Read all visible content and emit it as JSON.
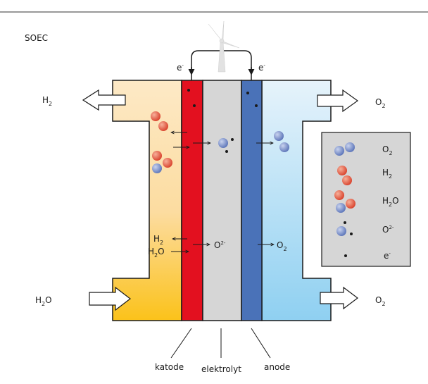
{
  "title": "SOEC",
  "electron": {
    "base": "e",
    "sup": "-"
  },
  "left_top": {
    "base": "H",
    "sub": "2"
  },
  "left_bottom": {
    "base": "H",
    "sub": "2",
    "rest": "O"
  },
  "right_top": {
    "base": "O",
    "sub": "2"
  },
  "right_bottom": {
    "base": "O",
    "sub": "2"
  },
  "cathode_labels": {
    "h2": {
      "base": "H",
      "sub": "2"
    },
    "h2o": {
      "base": "H",
      "sub": "2",
      "rest": "O"
    }
  },
  "electrolyte_ion": {
    "base": "O",
    "sup": "2-"
  },
  "anode_product": {
    "base": "O",
    "sub": "2"
  },
  "legend": [
    {
      "kind": "o2",
      "base": "O",
      "sub": "2"
    },
    {
      "kind": "h2",
      "base": "H",
      "sub": "2"
    },
    {
      "kind": "h2o",
      "base": "H",
      "sub": "2",
      "rest": "O"
    },
    {
      "kind": "o2-",
      "base": "O",
      "sup": "2-"
    },
    {
      "kind": "e",
      "base": "e",
      "sup": "-"
    }
  ],
  "labels": {
    "katode": "katode",
    "elektrolyt": "elektrolyt",
    "anode": "anode"
  },
  "colors": {
    "cathode": "#e3101f",
    "electrolyte": "#d6d6d6",
    "anode": "#4a72b8",
    "left_gradient_top": "#fde9c6",
    "left_gradient_bottom": "#fbc21a",
    "right_gradient_top": "#e6f3fb",
    "right_gradient_bottom": "#8fd0f1",
    "legend_bg": "#d6d6d6",
    "oxygen_atom": "#6d84c4",
    "hydrogen_atom": "#e4503a"
  },
  "icons": [
    "wind-turbine-icon",
    "arrow-left-icon",
    "arrow-right-icon"
  ]
}
